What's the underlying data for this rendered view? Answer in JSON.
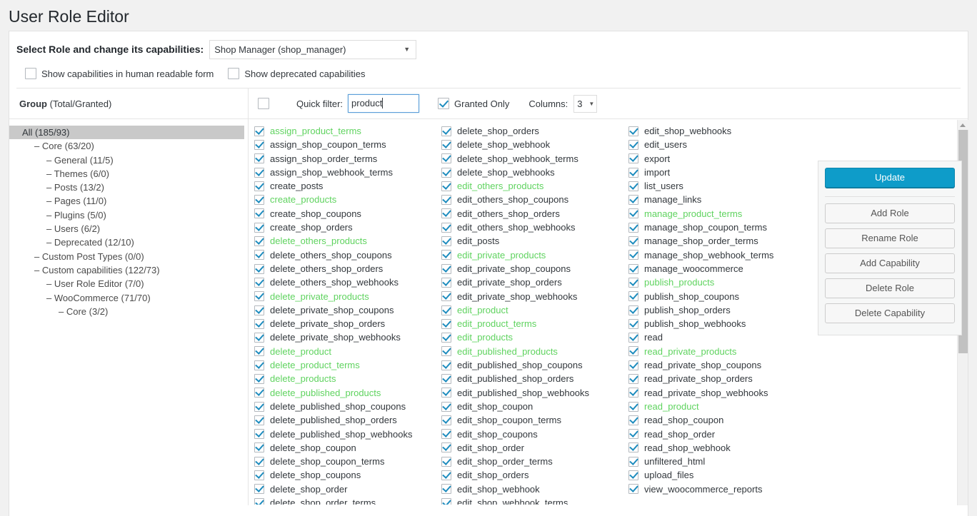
{
  "page": {
    "title": "User Role Editor"
  },
  "role_bar": {
    "label": "Select Role and change its capabilities:",
    "selected_role": "Shop Manager (shop_manager)",
    "caret": "▼"
  },
  "options": [
    {
      "label": "Show capabilities in human readable form",
      "checked": false
    },
    {
      "label": "Show deprecated capabilities",
      "checked": false
    }
  ],
  "groups_panel": {
    "header_bold": "Group",
    "header_rest": " (Total/Granted)",
    "items": [
      {
        "label": "All (185/93)",
        "indent": 0,
        "selected": true,
        "dash": false
      },
      {
        "label": "Core (63/20)",
        "indent": 1,
        "selected": false,
        "dash": true
      },
      {
        "label": "General (11/5)",
        "indent": 2,
        "selected": false,
        "dash": true
      },
      {
        "label": "Themes (6/0)",
        "indent": 2,
        "selected": false,
        "dash": true
      },
      {
        "label": "Posts (13/2)",
        "indent": 2,
        "selected": false,
        "dash": true
      },
      {
        "label": "Pages (11/0)",
        "indent": 2,
        "selected": false,
        "dash": true
      },
      {
        "label": "Plugins (5/0)",
        "indent": 2,
        "selected": false,
        "dash": true
      },
      {
        "label": "Users (6/2)",
        "indent": 2,
        "selected": false,
        "dash": true
      },
      {
        "label": "Deprecated (12/10)",
        "indent": 2,
        "selected": false,
        "dash": true
      },
      {
        "label": "Custom Post Types (0/0)",
        "indent": 1,
        "selected": false,
        "dash": true
      },
      {
        "label": "Custom capabilities (122/73)",
        "indent": 1,
        "selected": false,
        "dash": true
      },
      {
        "label": "User Role Editor (7/0)",
        "indent": 2,
        "selected": false,
        "dash": true
      },
      {
        "label": "WooCommerce (71/70)",
        "indent": 2,
        "selected": false,
        "dash": true
      },
      {
        "label": "Core (3/2)",
        "indent": 3,
        "selected": false,
        "dash": true
      }
    ]
  },
  "caps_toolbar": {
    "select_all_checked": false,
    "quick_filter_label": "Quick filter:",
    "quick_filter_value": "product",
    "quick_filter_placeholder": "",
    "granted_only_label": "Granted Only",
    "granted_only_checked": true,
    "columns_label": "Columns:",
    "columns_value": "3",
    "caret": "▼"
  },
  "capabilities": {
    "match_color": "#5fd35f",
    "columns": [
      [
        {
          "name": "assign_product_terms",
          "checked": true,
          "match": true
        },
        {
          "name": "assign_shop_coupon_terms",
          "checked": true,
          "match": false
        },
        {
          "name": "assign_shop_order_terms",
          "checked": true,
          "match": false
        },
        {
          "name": "assign_shop_webhook_terms",
          "checked": true,
          "match": false
        },
        {
          "name": "create_posts",
          "checked": true,
          "match": false
        },
        {
          "name": "create_products",
          "checked": true,
          "match": true
        },
        {
          "name": "create_shop_coupons",
          "checked": true,
          "match": false
        },
        {
          "name": "create_shop_orders",
          "checked": true,
          "match": false
        },
        {
          "name": "delete_others_products",
          "checked": true,
          "match": true
        },
        {
          "name": "delete_others_shop_coupons",
          "checked": true,
          "match": false
        },
        {
          "name": "delete_others_shop_orders",
          "checked": true,
          "match": false
        },
        {
          "name": "delete_others_shop_webhooks",
          "checked": true,
          "match": false
        },
        {
          "name": "delete_private_products",
          "checked": true,
          "match": true
        },
        {
          "name": "delete_private_shop_coupons",
          "checked": true,
          "match": false
        },
        {
          "name": "delete_private_shop_orders",
          "checked": true,
          "match": false
        },
        {
          "name": "delete_private_shop_webhooks",
          "checked": true,
          "match": false
        },
        {
          "name": "delete_product",
          "checked": true,
          "match": true
        },
        {
          "name": "delete_product_terms",
          "checked": true,
          "match": true
        },
        {
          "name": "delete_products",
          "checked": true,
          "match": true
        },
        {
          "name": "delete_published_products",
          "checked": true,
          "match": true
        },
        {
          "name": "delete_published_shop_coupons",
          "checked": true,
          "match": false
        },
        {
          "name": "delete_published_shop_orders",
          "checked": true,
          "match": false
        },
        {
          "name": "delete_published_shop_webhooks",
          "checked": true,
          "match": false
        },
        {
          "name": "delete_shop_coupon",
          "checked": true,
          "match": false
        },
        {
          "name": "delete_shop_coupon_terms",
          "checked": true,
          "match": false
        },
        {
          "name": "delete_shop_coupons",
          "checked": true,
          "match": false
        },
        {
          "name": "delete_shop_order",
          "checked": true,
          "match": false
        },
        {
          "name": "delete_shop_order_terms",
          "checked": true,
          "match": false
        }
      ],
      [
        {
          "name": "delete_shop_orders",
          "checked": true,
          "match": false
        },
        {
          "name": "delete_shop_webhook",
          "checked": true,
          "match": false
        },
        {
          "name": "delete_shop_webhook_terms",
          "checked": true,
          "match": false
        },
        {
          "name": "delete_shop_webhooks",
          "checked": true,
          "match": false
        },
        {
          "name": "edit_others_products",
          "checked": true,
          "match": true
        },
        {
          "name": "edit_others_shop_coupons",
          "checked": true,
          "match": false
        },
        {
          "name": "edit_others_shop_orders",
          "checked": true,
          "match": false
        },
        {
          "name": "edit_others_shop_webhooks",
          "checked": true,
          "match": false
        },
        {
          "name": "edit_posts",
          "checked": true,
          "match": false
        },
        {
          "name": "edit_private_products",
          "checked": true,
          "match": true
        },
        {
          "name": "edit_private_shop_coupons",
          "checked": true,
          "match": false
        },
        {
          "name": "edit_private_shop_orders",
          "checked": true,
          "match": false
        },
        {
          "name": "edit_private_shop_webhooks",
          "checked": true,
          "match": false
        },
        {
          "name": "edit_product",
          "checked": true,
          "match": true
        },
        {
          "name": "edit_product_terms",
          "checked": true,
          "match": true
        },
        {
          "name": "edit_products",
          "checked": true,
          "match": true
        },
        {
          "name": "edit_published_products",
          "checked": true,
          "match": true
        },
        {
          "name": "edit_published_shop_coupons",
          "checked": true,
          "match": false
        },
        {
          "name": "edit_published_shop_orders",
          "checked": true,
          "match": false
        },
        {
          "name": "edit_published_shop_webhooks",
          "checked": true,
          "match": false
        },
        {
          "name": "edit_shop_coupon",
          "checked": true,
          "match": false
        },
        {
          "name": "edit_shop_coupon_terms",
          "checked": true,
          "match": false
        },
        {
          "name": "edit_shop_coupons",
          "checked": true,
          "match": false
        },
        {
          "name": "edit_shop_order",
          "checked": true,
          "match": false
        },
        {
          "name": "edit_shop_order_terms",
          "checked": true,
          "match": false
        },
        {
          "name": "edit_shop_orders",
          "checked": true,
          "match": false
        },
        {
          "name": "edit_shop_webhook",
          "checked": true,
          "match": false
        },
        {
          "name": "edit_shop_webhook_terms",
          "checked": true,
          "match": false
        }
      ],
      [
        {
          "name": "edit_shop_webhooks",
          "checked": true,
          "match": false
        },
        {
          "name": "edit_users",
          "checked": true,
          "match": false
        },
        {
          "name": "export",
          "checked": true,
          "match": false
        },
        {
          "name": "import",
          "checked": true,
          "match": false
        },
        {
          "name": "list_users",
          "checked": true,
          "match": false
        },
        {
          "name": "manage_links",
          "checked": true,
          "match": false
        },
        {
          "name": "manage_product_terms",
          "checked": true,
          "match": true
        },
        {
          "name": "manage_shop_coupon_terms",
          "checked": true,
          "match": false
        },
        {
          "name": "manage_shop_order_terms",
          "checked": true,
          "match": false
        },
        {
          "name": "manage_shop_webhook_terms",
          "checked": true,
          "match": false
        },
        {
          "name": "manage_woocommerce",
          "checked": true,
          "match": false
        },
        {
          "name": "publish_products",
          "checked": true,
          "match": true
        },
        {
          "name": "publish_shop_coupons",
          "checked": true,
          "match": false
        },
        {
          "name": "publish_shop_orders",
          "checked": true,
          "match": false
        },
        {
          "name": "publish_shop_webhooks",
          "checked": true,
          "match": false
        },
        {
          "name": "read",
          "checked": true,
          "match": false
        },
        {
          "name": "read_private_products",
          "checked": true,
          "match": true
        },
        {
          "name": "read_private_shop_coupons",
          "checked": true,
          "match": false
        },
        {
          "name": "read_private_shop_orders",
          "checked": true,
          "match": false
        },
        {
          "name": "read_private_shop_webhooks",
          "checked": true,
          "match": false
        },
        {
          "name": "read_product",
          "checked": true,
          "match": true
        },
        {
          "name": "read_shop_coupon",
          "checked": true,
          "match": false
        },
        {
          "name": "read_shop_order",
          "checked": true,
          "match": false
        },
        {
          "name": "read_shop_webhook",
          "checked": true,
          "match": false
        },
        {
          "name": "unfiltered_html",
          "checked": true,
          "match": false
        },
        {
          "name": "upload_files",
          "checked": true,
          "match": false
        },
        {
          "name": "view_woocommerce_reports",
          "checked": true,
          "match": false
        }
      ]
    ]
  },
  "actions": {
    "primary": {
      "label": "Update",
      "color": "#0e9cc9"
    },
    "buttons": [
      {
        "label": "Add Role"
      },
      {
        "label": "Rename Role"
      },
      {
        "label": "Add Capability"
      },
      {
        "label": "Delete Role"
      },
      {
        "label": "Delete Capability"
      }
    ]
  }
}
